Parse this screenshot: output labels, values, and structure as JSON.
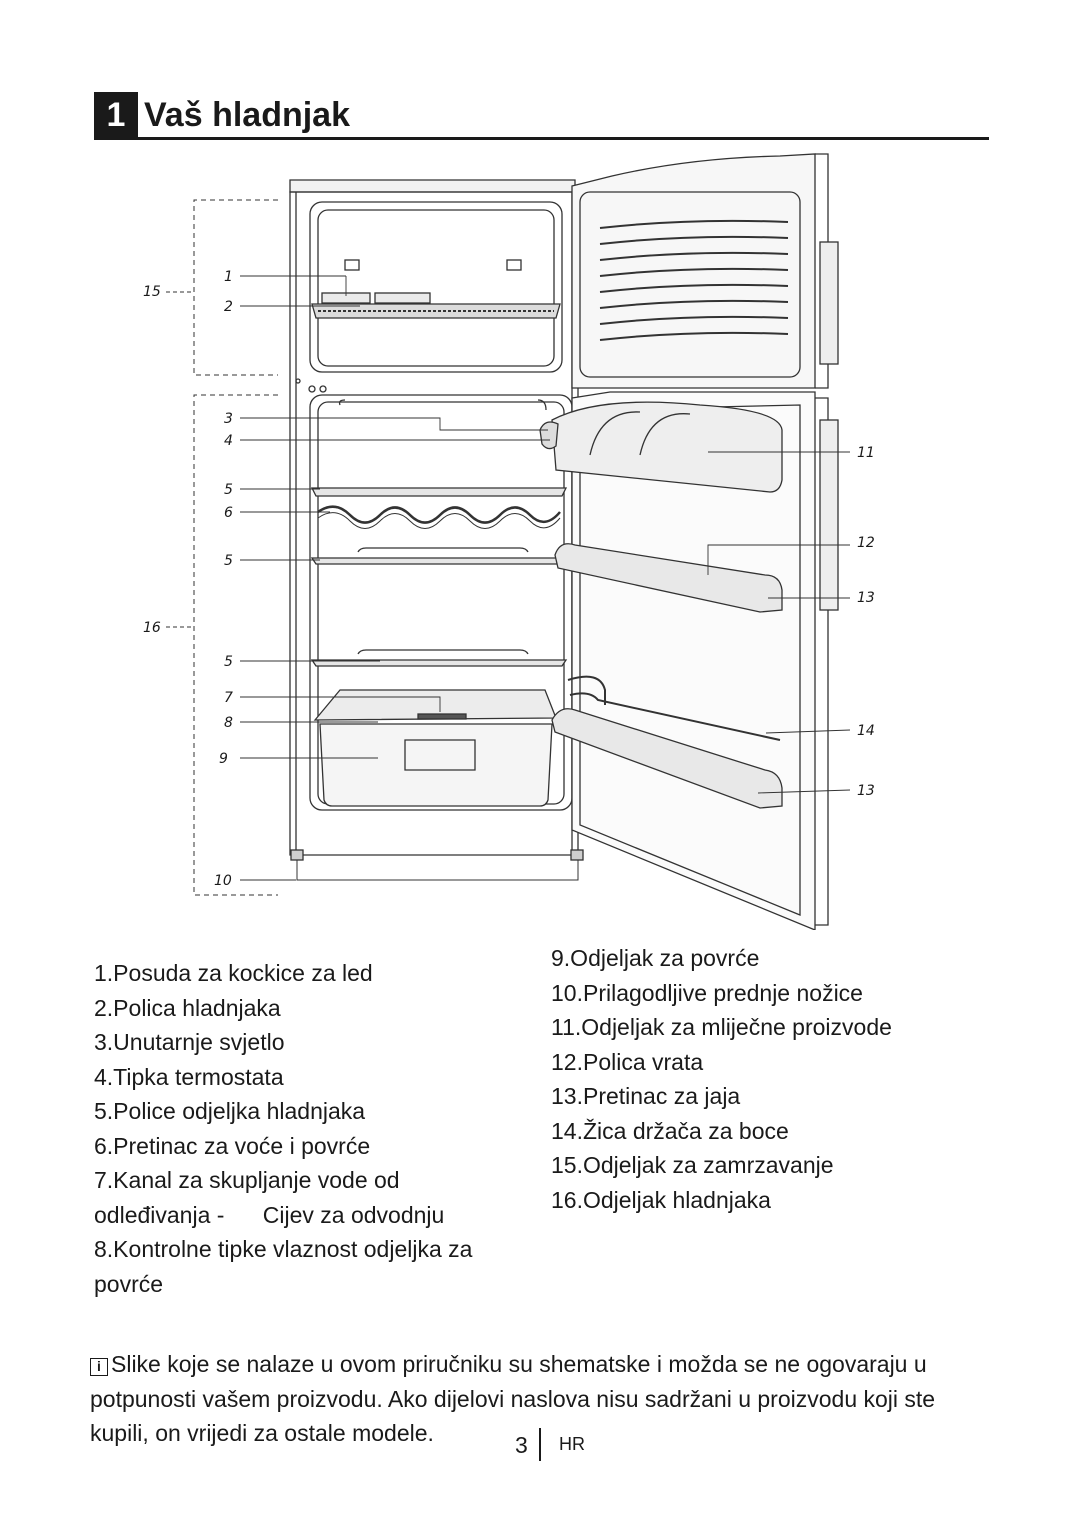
{
  "header": {
    "section_number": "1",
    "title": "Vaš hladnjak"
  },
  "figure": {
    "callouts_left": [
      "15",
      "1",
      "2",
      "3",
      "4",
      "5",
      "6",
      "5",
      "16",
      "5",
      "7",
      "8",
      "9",
      "10"
    ],
    "callouts_right": [
      "11",
      "12",
      "13",
      "14",
      "13"
    ]
  },
  "legend_left": [
    "1.Posuda za kockice za led",
    "2.Polica hladnjaka",
    "3.Unutarnje svjetlo",
    "4.Tipka termostata",
    "5.Police odjeljka hladnjaka",
    "6.Pretinac za voće i povrće",
    "7.Kanal za skupljanje vode od",
    "odleđivanja -      Cijev za odvodnju",
    "8.Kontrolne tipke vlaznost odjeljka za",
    "povrće"
  ],
  "legend_right": [
    "9.Odjeljak za povrće",
    "10.Prilagodljive prednje nožice",
    "11.Odjeljak za mliječne proizvode",
    "12.Polica vrata",
    "13.Pretinac za jaja",
    "14.Žica držača za boce",
    "15.Odjeljak za zamrzavanje",
    "16.Odjeljak hladnjaka"
  ],
  "note": {
    "icon": "info-icon",
    "text": "Slike koje se nalaze u ovom priručniku su shematske i možda se ne ogovaraju u potpunosti vašem proizvodu. Ako dijelovi naslova nisu sadržani u proizvodu koji ste kupili, on vrijedi za ostale modele."
  },
  "footer": {
    "page_number": "3",
    "language": "HR"
  }
}
